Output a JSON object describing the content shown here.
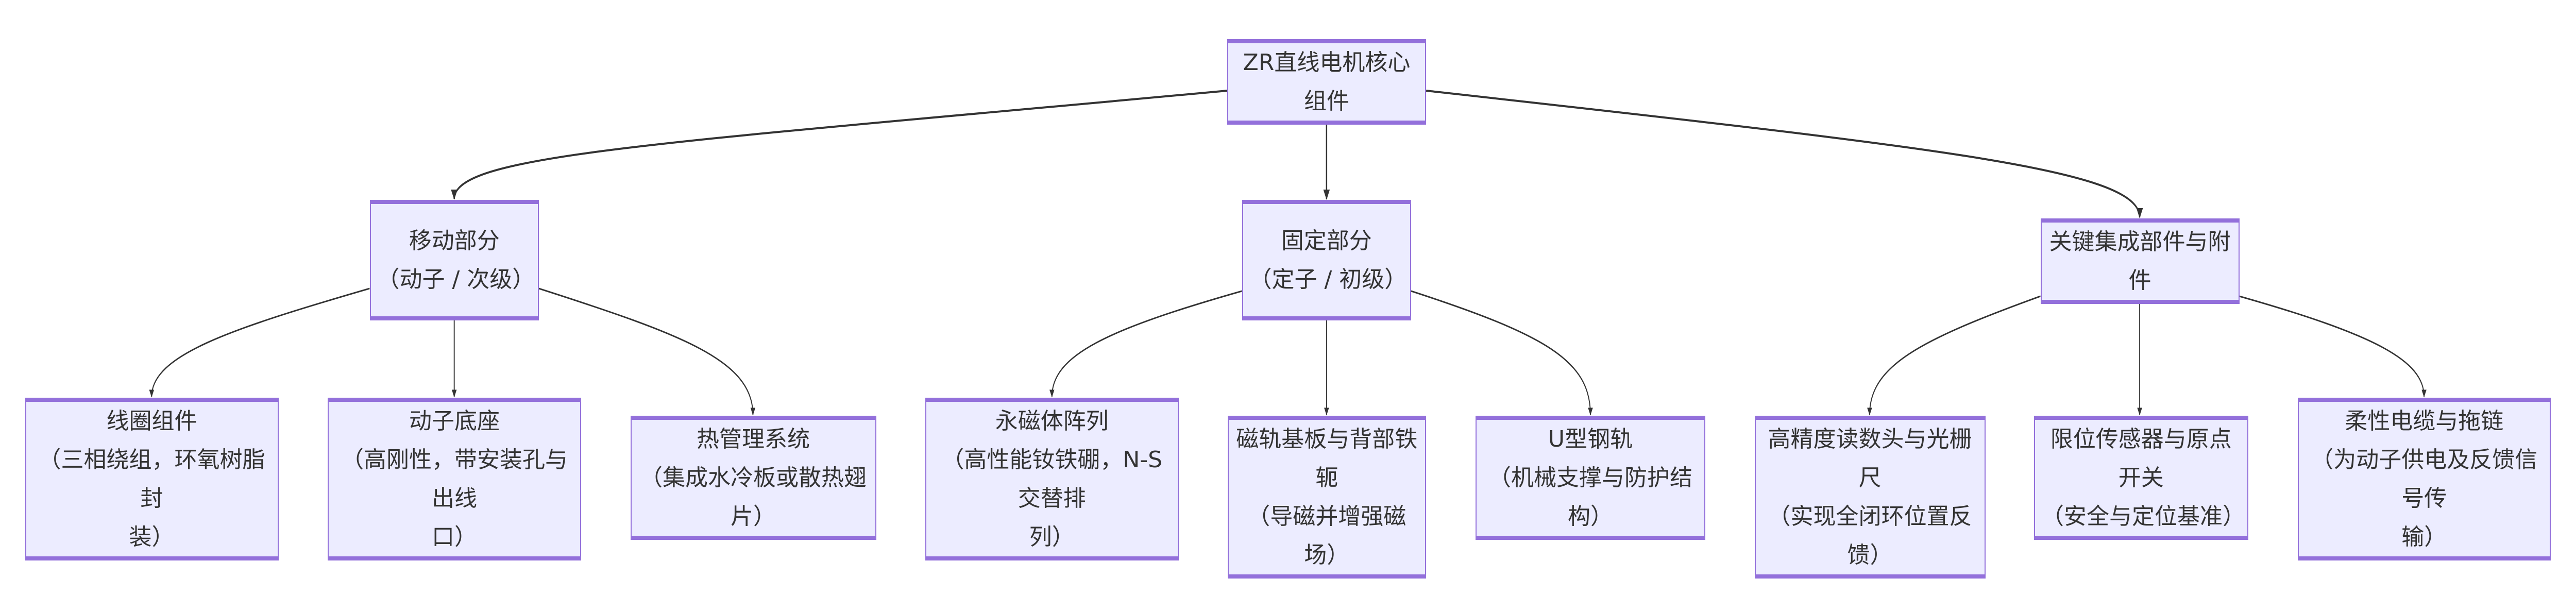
{
  "colors": {
    "node_fill": "#ECECFF",
    "node_border": "#9370DB",
    "edge": "#333333",
    "text": "#333333"
  },
  "root": {
    "lines": [
      "ZR直线电机核心组件"
    ]
  },
  "groups": [
    {
      "lines": [
        "移动部分",
        "（动子 / 次级）"
      ]
    },
    {
      "lines": [
        "固定部分",
        "（定子 / 初级）"
      ]
    },
    {
      "lines": [
        "关键集成部件与附件"
      ]
    }
  ],
  "leaves": [
    {
      "lines": [
        "线圈组件",
        "（三相绕组，环氧树脂封",
        "装）"
      ]
    },
    {
      "lines": [
        "动子底座",
        "（高刚性，带安装孔与出线",
        "口）"
      ]
    },
    {
      "lines": [
        "热管理系统",
        "（集成水冷板或散热翅片）"
      ]
    },
    {
      "lines": [
        "永磁体阵列",
        "（高性能钕铁硼，N-S交替排",
        "列）"
      ]
    },
    {
      "lines": [
        "磁轨基板与背部铁轭",
        "（导磁并增强磁场）"
      ]
    },
    {
      "lines": [
        "U型钢轨",
        "（机械支撑与防护结构）"
      ]
    },
    {
      "lines": [
        "高精度读数头与光栅尺",
        "（实现全闭环位置反馈）"
      ]
    },
    {
      "lines": [
        "限位传感器与原点开关",
        "（安全与定位基准）"
      ]
    },
    {
      "lines": [
        "柔性电缆与拖链",
        "（为动子供电及反馈信号传",
        "输）"
      ]
    }
  ]
}
